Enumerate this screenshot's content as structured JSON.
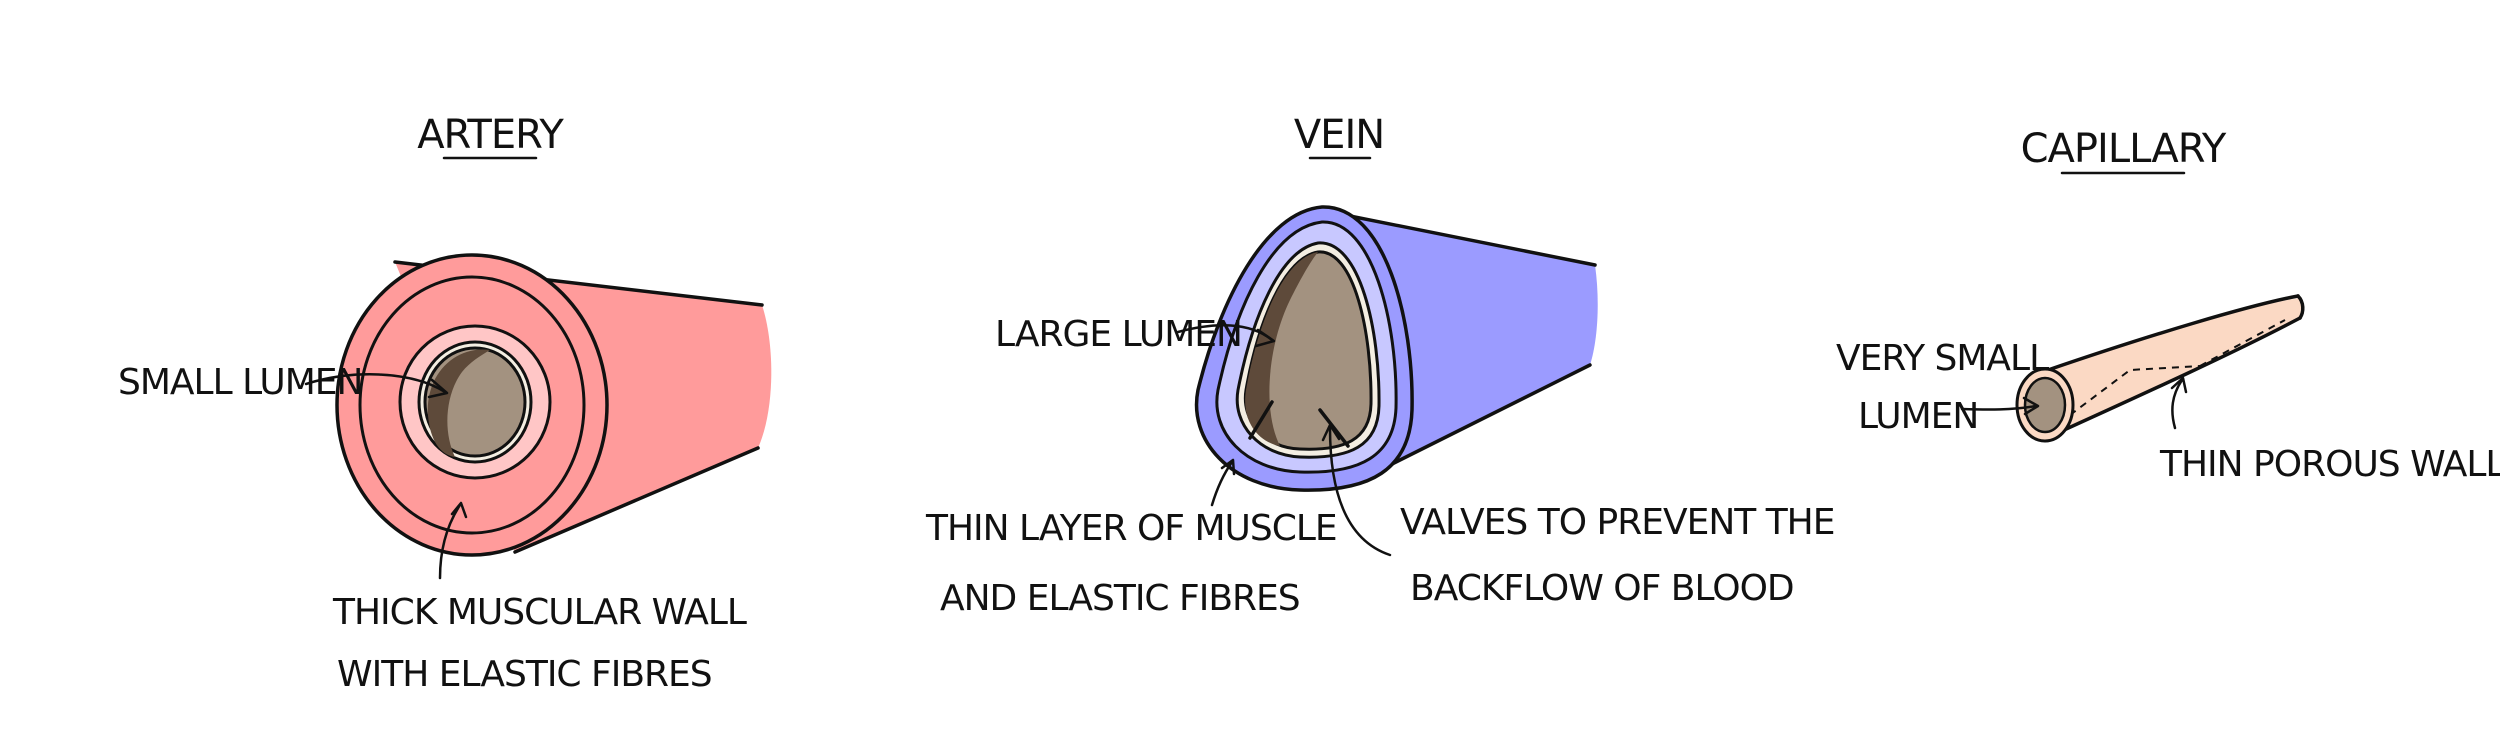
{
  "vessels": {
    "artery": {
      "title": "ARTERY",
      "lumen_label": "SMALL LUMEN",
      "wall_label_line1": "THICK MUSCULAR WALL",
      "wall_label_line2": "WITH ELASTIC FIBRES"
    },
    "vein": {
      "title": "VEIN",
      "lumen_label": "LARGE LUMEN",
      "wall_label_line1": "THIN LAYER OF MUSCLE",
      "wall_label_line2": "AND ELASTIC FIBRES",
      "valve_label_line1": "VALVES TO PREVENT THE",
      "valve_label_line2": "BACKFLOW OF BLOOD"
    },
    "capillary": {
      "title": "CAPILLARY",
      "lumen_label_line1": "VERY SMALL",
      "lumen_label_line2": "LUMEN",
      "wall_label": "THIN POROUS WALLS"
    }
  },
  "colors": {
    "artery_outer": "#FF9B9B",
    "artery_inner": "#FFC6C6",
    "vein_outer": "#9B9BFF",
    "vein_inner": "#C8C8FF",
    "capillary": "#FBD9C4",
    "lumen": "#A39280",
    "lumen_shadow": "#5E4A3A",
    "lumen_rim": "#F4EEE2",
    "ink": "#111111"
  }
}
